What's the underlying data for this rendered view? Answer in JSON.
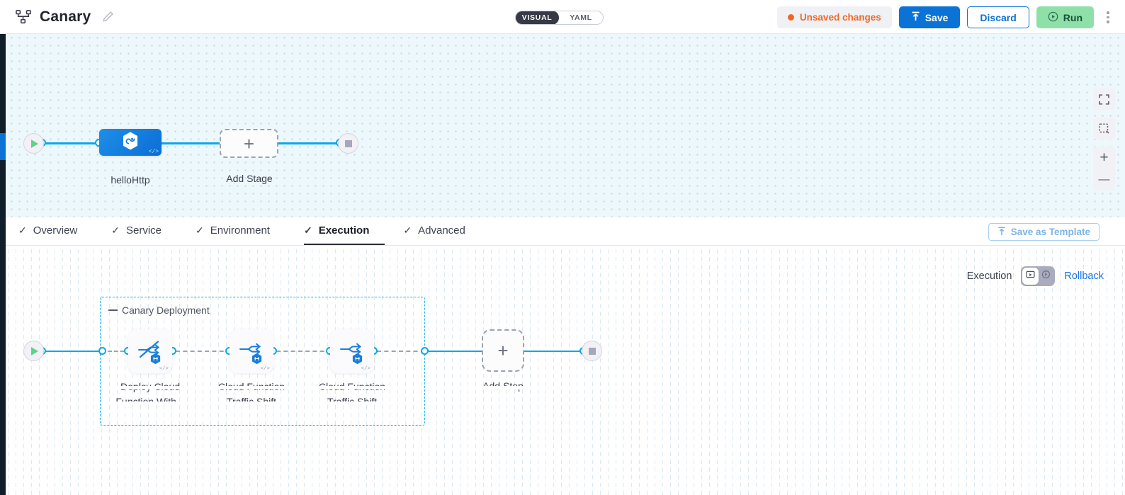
{
  "header": {
    "pipeline_icon": "pipeline-icon",
    "title": "Canary",
    "edit_icon": "pencil-icon",
    "view_toggle": {
      "visual_label": "VISUAL",
      "yaml_label": "YAML",
      "selected": "VISUAL"
    },
    "unsaved_label": "Unsaved changes",
    "unsaved_color": "#f26722",
    "save_label": "Save",
    "save_icon": "upload-arrow-icon",
    "discard_label": "Discard",
    "run_label": "Run",
    "run_icon": "play-circle-icon",
    "more_icon": "kebab-menu-icon"
  },
  "top_canvas": {
    "start_icon": "play-start-icon",
    "end_icon": "stop-end-icon",
    "stage": {
      "label": "helloHttp",
      "icon": "hexagon-infinity-icon",
      "code_marker": "</>"
    },
    "add_stage_label": "Add Stage",
    "add_icon": "plus-icon",
    "controls": [
      {
        "name": "fullscreen-icon"
      },
      {
        "name": "selection-box-icon"
      },
      {
        "name": "zoom-in-icon",
        "glyph": "+"
      },
      {
        "name": "zoom-out-icon",
        "glyph": "—"
      }
    ]
  },
  "tabs": [
    {
      "label": "Overview",
      "icon": "check-icon",
      "active": false
    },
    {
      "label": "Service",
      "icon": "check-icon",
      "active": false
    },
    {
      "label": "Environment",
      "icon": "check-icon",
      "active": false
    },
    {
      "label": "Execution",
      "icon": "check-icon",
      "active": true
    },
    {
      "label": "Advanced",
      "icon": "check-icon",
      "active": false
    }
  ],
  "save_template": {
    "label": "Save as Template",
    "icon": "template-upload-icon"
  },
  "execution_bar": {
    "label": "Execution",
    "toggle_left_icon": "execution-flow-icon",
    "toggle_right_icon": "rollback-arrow-icon",
    "toggle_selected": "execution",
    "rollback_label": "Rollback",
    "rollback_color": "#1a73e8"
  },
  "bottom_canvas": {
    "start_icon": "play-start-icon",
    "end_icon": "stop-end-icon",
    "group": {
      "title": "Canary Deployment",
      "collapse_icon": "collapse-dash-icon"
    },
    "steps": [
      {
        "label_line1": "Deploy Cloud",
        "label_line2": "Function With...",
        "icon": "deploy-traffic-slash-icon",
        "badge_icon": "hexagon-badge-icon",
        "code_marker": "</>"
      },
      {
        "label_line1": "Cloud Function",
        "label_line2": "Traffic Shift",
        "icon": "traffic-split-icon",
        "badge_icon": "hexagon-badge-icon",
        "code_marker": "</>"
      },
      {
        "label_line1": "Cloud Function",
        "label_line2": "Traffic Shift",
        "icon": "traffic-split-icon",
        "badge_icon": "hexagon-badge-icon",
        "code_marker": "</>"
      }
    ],
    "add_step_label": "Add Step",
    "add_icon": "plus-icon"
  }
}
